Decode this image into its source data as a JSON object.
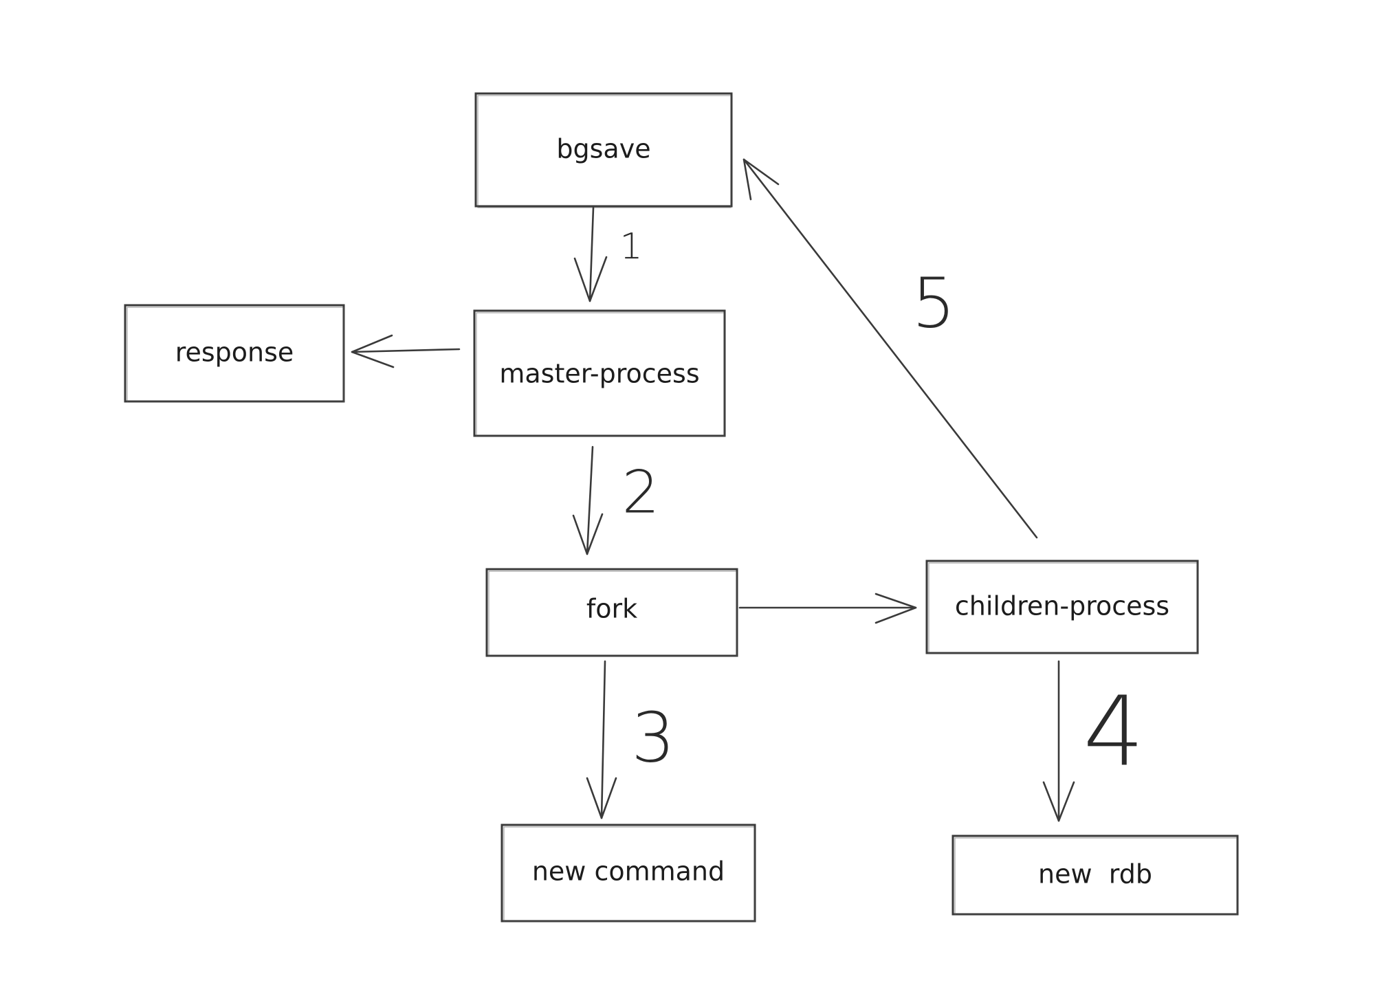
{
  "nodes": {
    "bgsave": "bgsave",
    "response": "response",
    "master_process": "master-process",
    "fork": "fork",
    "children_process": "children-process",
    "new_command": "new command",
    "new_rdb": "new  rdb"
  },
  "steps": {
    "s1": "1",
    "s2": "2",
    "s3": "3",
    "s4": "4",
    "s5": "5"
  },
  "colors": {
    "stroke": "#3a3a3a",
    "text": "#1c1c1c",
    "background": "#ffffff"
  }
}
